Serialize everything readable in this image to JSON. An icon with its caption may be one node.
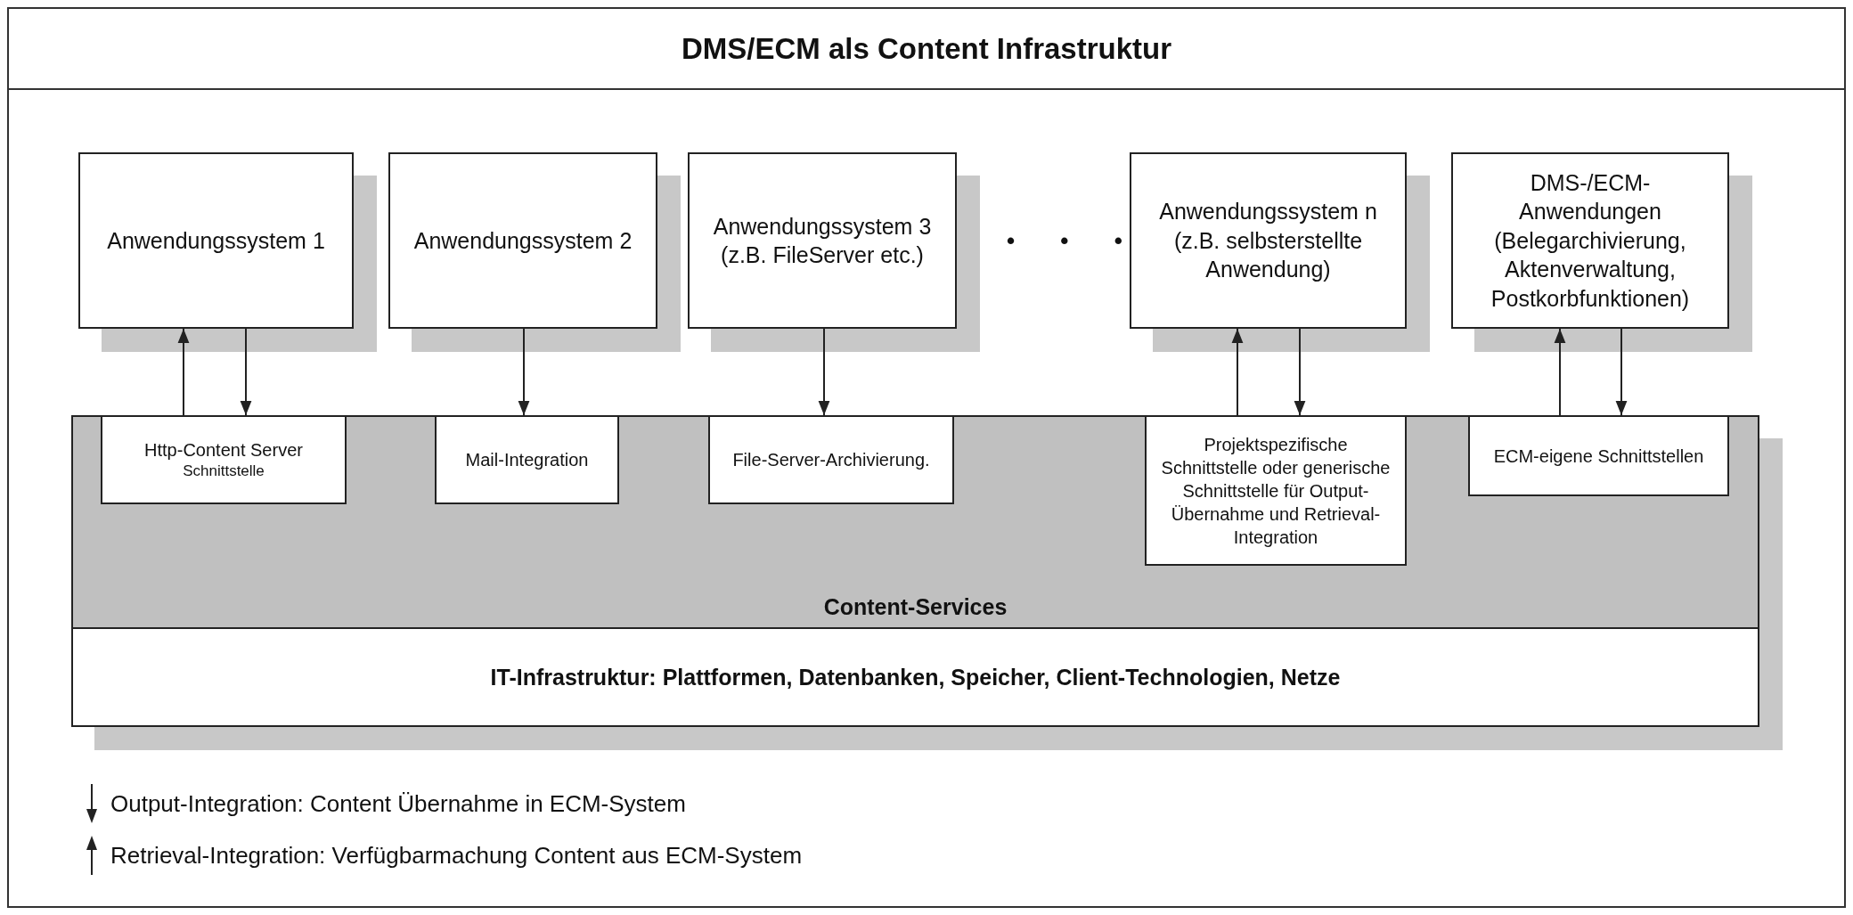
{
  "diagram": {
    "title": "DMS/ECM als Content Infrastruktur",
    "nodes": [
      {
        "text": [
          "Anwendungssystem 1"
        ]
      },
      {
        "text": [
          "Anwendungssystem 2"
        ]
      },
      {
        "text": [
          "Anwendungssystem 3 (z.B. FileServer etc.)"
        ]
      },
      {
        "text": [
          "Anwendungssystem n (z.B. selbsterstellte Anwendung)"
        ]
      },
      {
        "text": [
          "DMS-/ECM-Anwendungen (Belegarchivierung, Aktenverwaltung, Postkorbfunktionen)"
        ]
      },
      {
        "text": [
          "Content-Services"
        ]
      },
      {
        "text": [
          "Http-Content Server",
          "Schnittstelle"
        ],
        "in": 5
      },
      {
        "text": [
          "Mail-Integration"
        ],
        "in": 5
      },
      {
        "text": [
          "File-Server-Archivierung."
        ],
        "in": 5
      },
      {
        "text": [
          "Projektspezifische Schnittstelle oder generische Schnittstelle für Output-Übernahme und Retrieval-Integration"
        ],
        "in": 5
      },
      {
        "text": [
          "ECM-eigene Schnittstellen"
        ],
        "in": 5
      },
      {
        "text": [
          "IT-Infrastruktur: Plattformen, Datenbanken, Speicher, Client-Technologien, Netze"
        ]
      }
    ],
    "edges": [
      {
        "from": 6,
        "to": 0,
        "arrow": "to"
      },
      {
        "from": 0,
        "to": 6,
        "arrow": "to"
      },
      {
        "from": 1,
        "to": 7,
        "arrow": "to"
      },
      {
        "from": 2,
        "to": 8,
        "arrow": "to"
      },
      {
        "from": 9,
        "to": 3,
        "arrow": "to"
      },
      {
        "from": 3,
        "to": 9,
        "arrow": "to"
      },
      {
        "from": 10,
        "to": 4,
        "arrow": "to"
      },
      {
        "from": 4,
        "to": 10,
        "arrow": "to"
      }
    ],
    "labels": [
      "• • •"
    ],
    "legend": [
      {
        "text": "Output-Integration: Content Übernahme in ECM-System"
      },
      {
        "text": "Retrieval-Integration: Verfügbarmachung Content aus ECM-System"
      }
    ]
  }
}
